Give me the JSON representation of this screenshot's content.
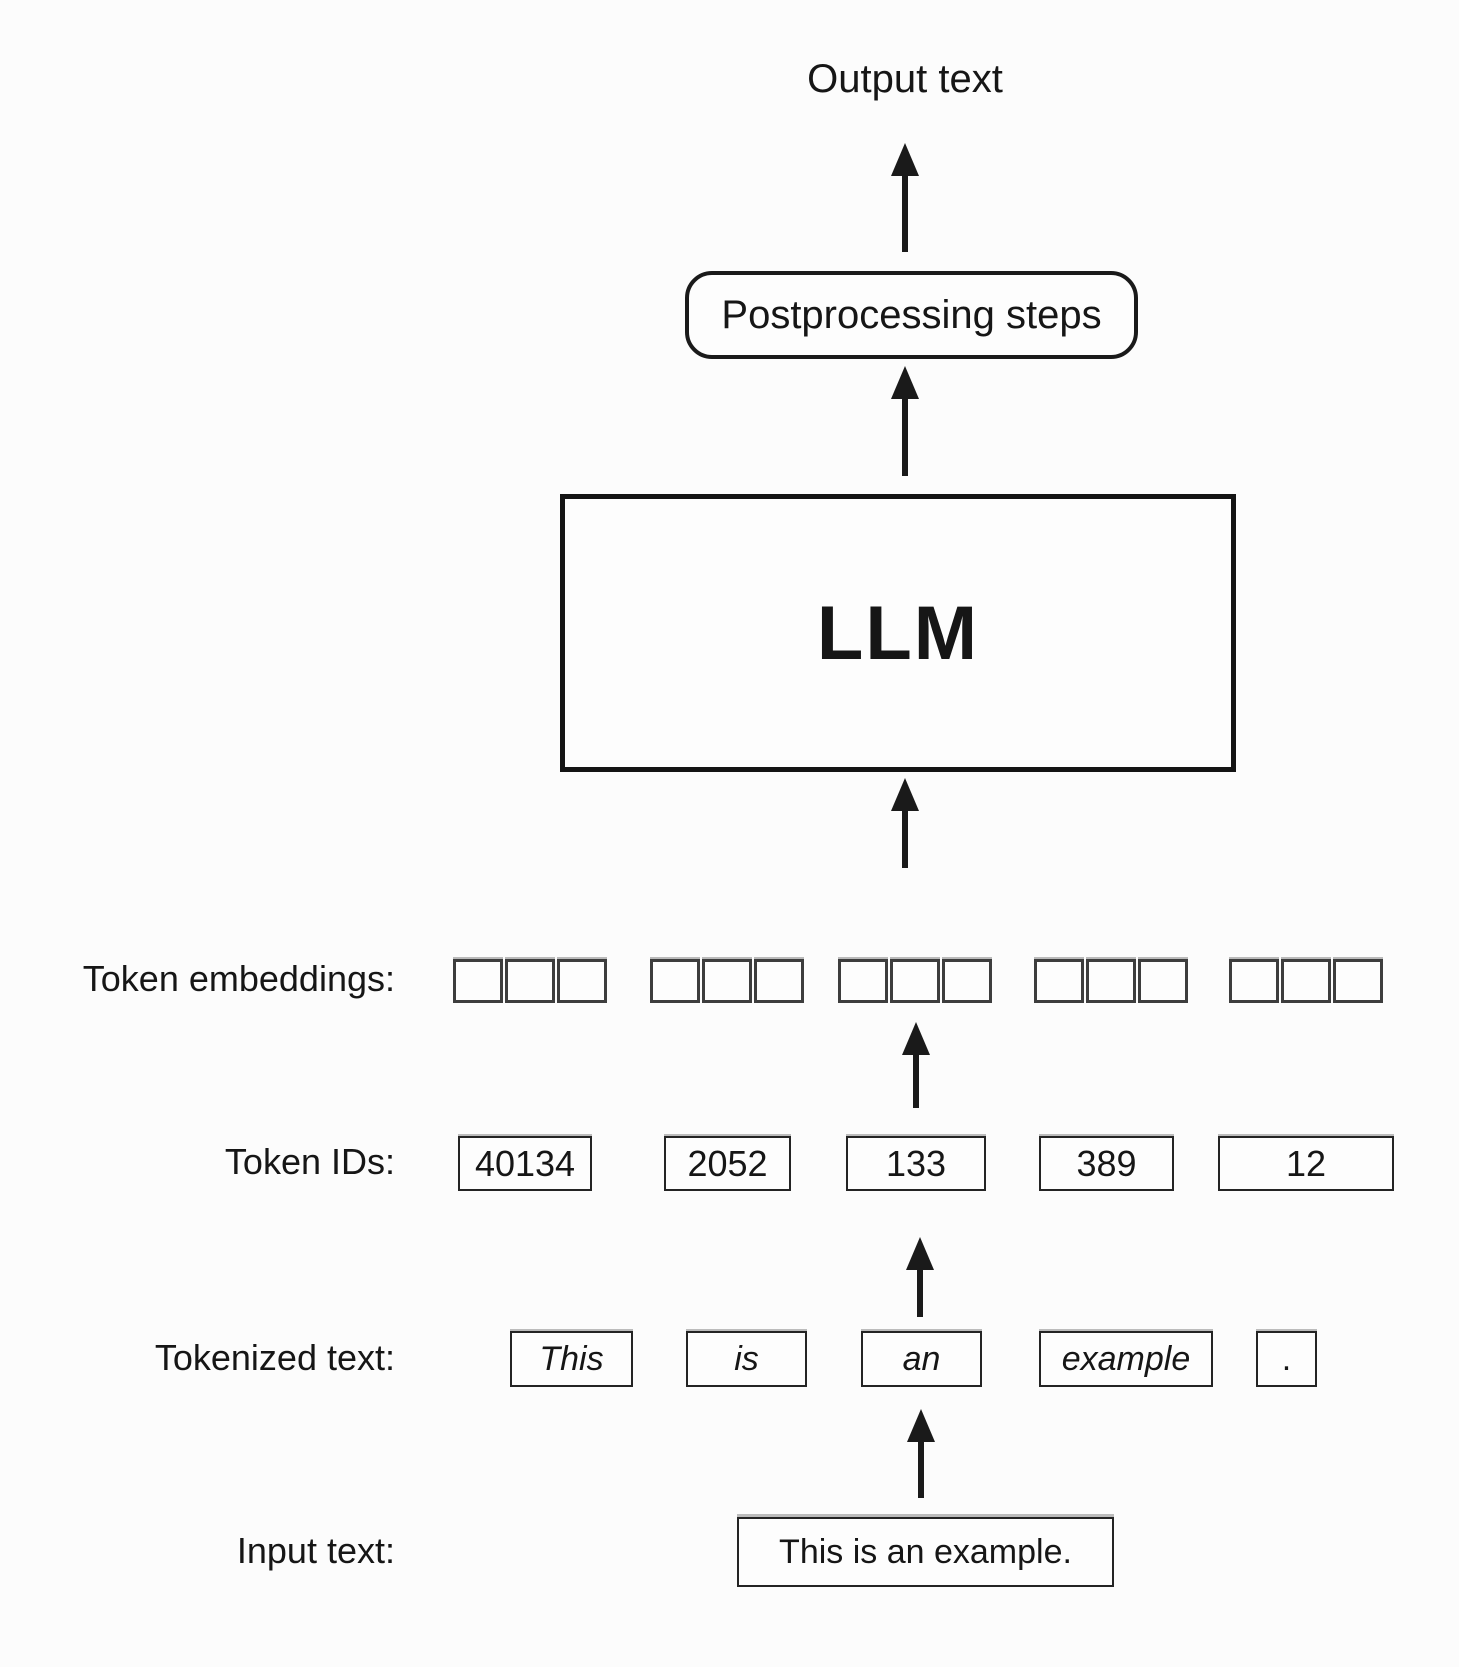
{
  "diagram": {
    "output_label": "Output text",
    "postprocessing_label": "Postprocessing steps",
    "llm_label": "LLM",
    "embeddings": {
      "label": "Token embeddings:",
      "group_count": 5,
      "squares_per_group": 3
    },
    "token_ids": {
      "label": "Token IDs:",
      "values": [
        "40134",
        "2052",
        "133",
        "389",
        "12"
      ]
    },
    "tokenized": {
      "label": "Tokenized text:",
      "tokens": [
        "This",
        "is",
        "an",
        "example",
        "."
      ]
    },
    "input": {
      "label": "Input text:",
      "value": "This is an example."
    },
    "colors": {
      "ink": "#1a1a1a",
      "background": "#fcfcfc"
    }
  }
}
